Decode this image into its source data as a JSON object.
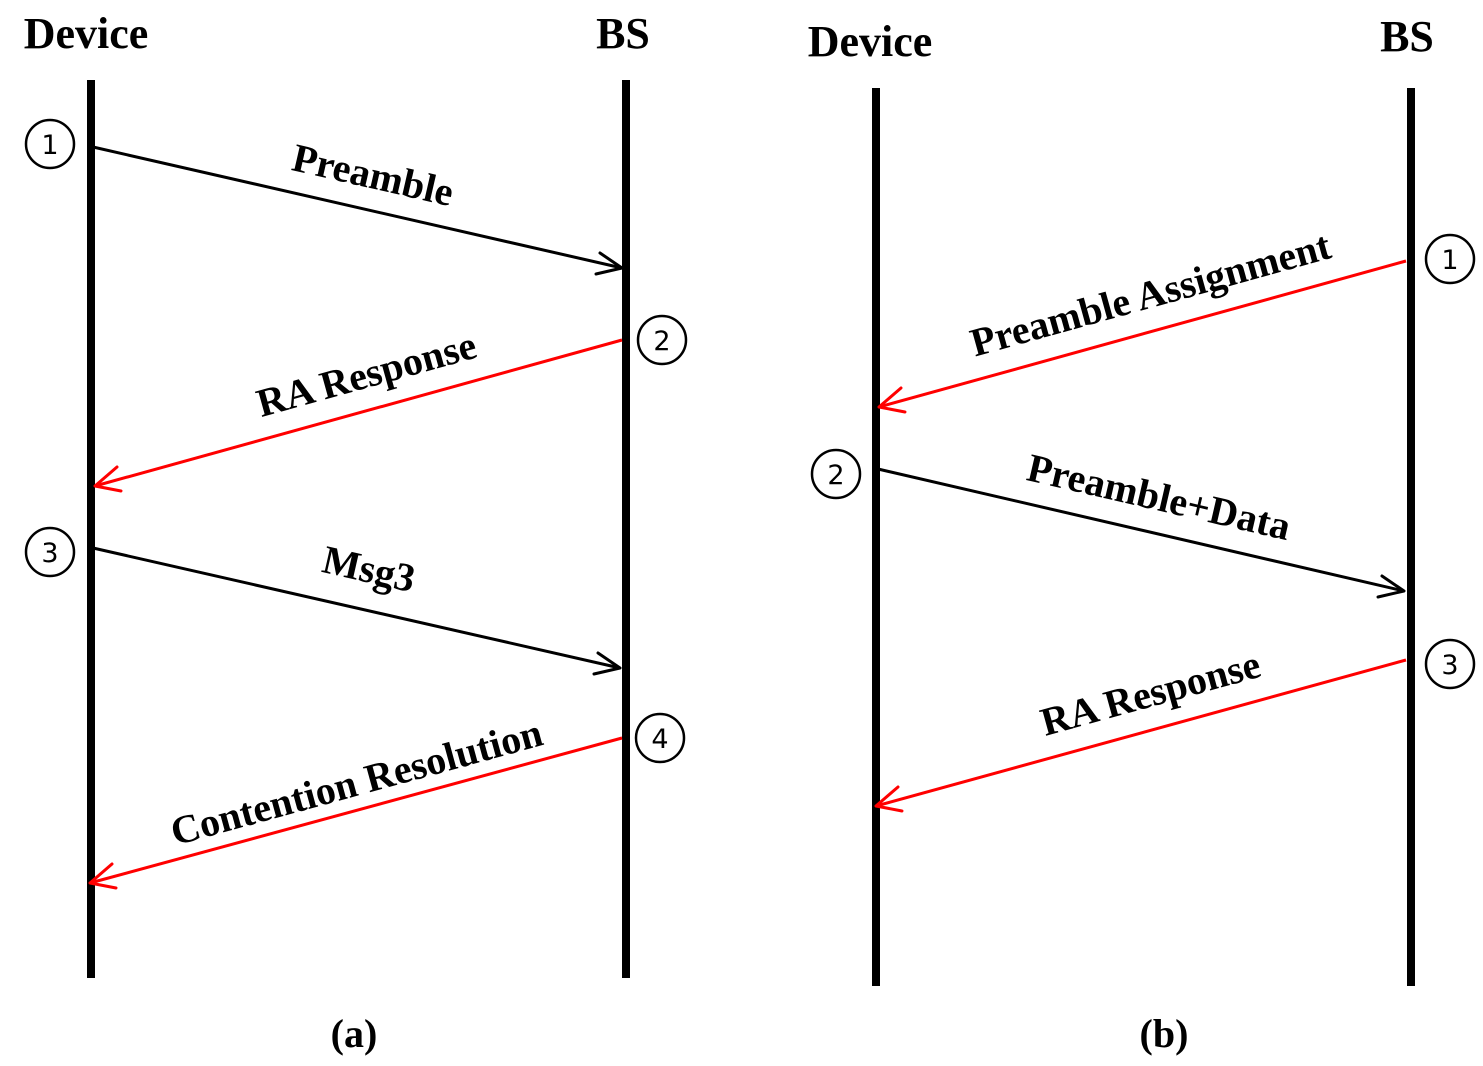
{
  "colors": {
    "uplink": "#000000",
    "downlink": "#ff0000"
  },
  "panel_a": {
    "device_label": "Device",
    "bs_label": "BS",
    "caption": "(a)",
    "steps": [
      {
        "num": "1",
        "label": "Preamble",
        "direction": "device-to-bs",
        "color": "#000000"
      },
      {
        "num": "2",
        "label": "RA Response",
        "direction": "bs-to-device",
        "color": "#ff0000"
      },
      {
        "num": "3",
        "label": "Msg3",
        "direction": "device-to-bs",
        "color": "#000000"
      },
      {
        "num": "4",
        "label": "Contention Resolution",
        "direction": "bs-to-device",
        "color": "#ff0000"
      }
    ]
  },
  "panel_b": {
    "device_label": "Device",
    "bs_label": "BS",
    "caption": "(b)",
    "steps": [
      {
        "num": "1",
        "label": "Preamble Assignment",
        "direction": "bs-to-device",
        "color": "#ff0000"
      },
      {
        "num": "2",
        "label": "Preamble+Data",
        "direction": "device-to-bs",
        "color": "#000000"
      },
      {
        "num": "3",
        "label": "RA Response",
        "direction": "bs-to-device",
        "color": "#ff0000"
      }
    ]
  }
}
